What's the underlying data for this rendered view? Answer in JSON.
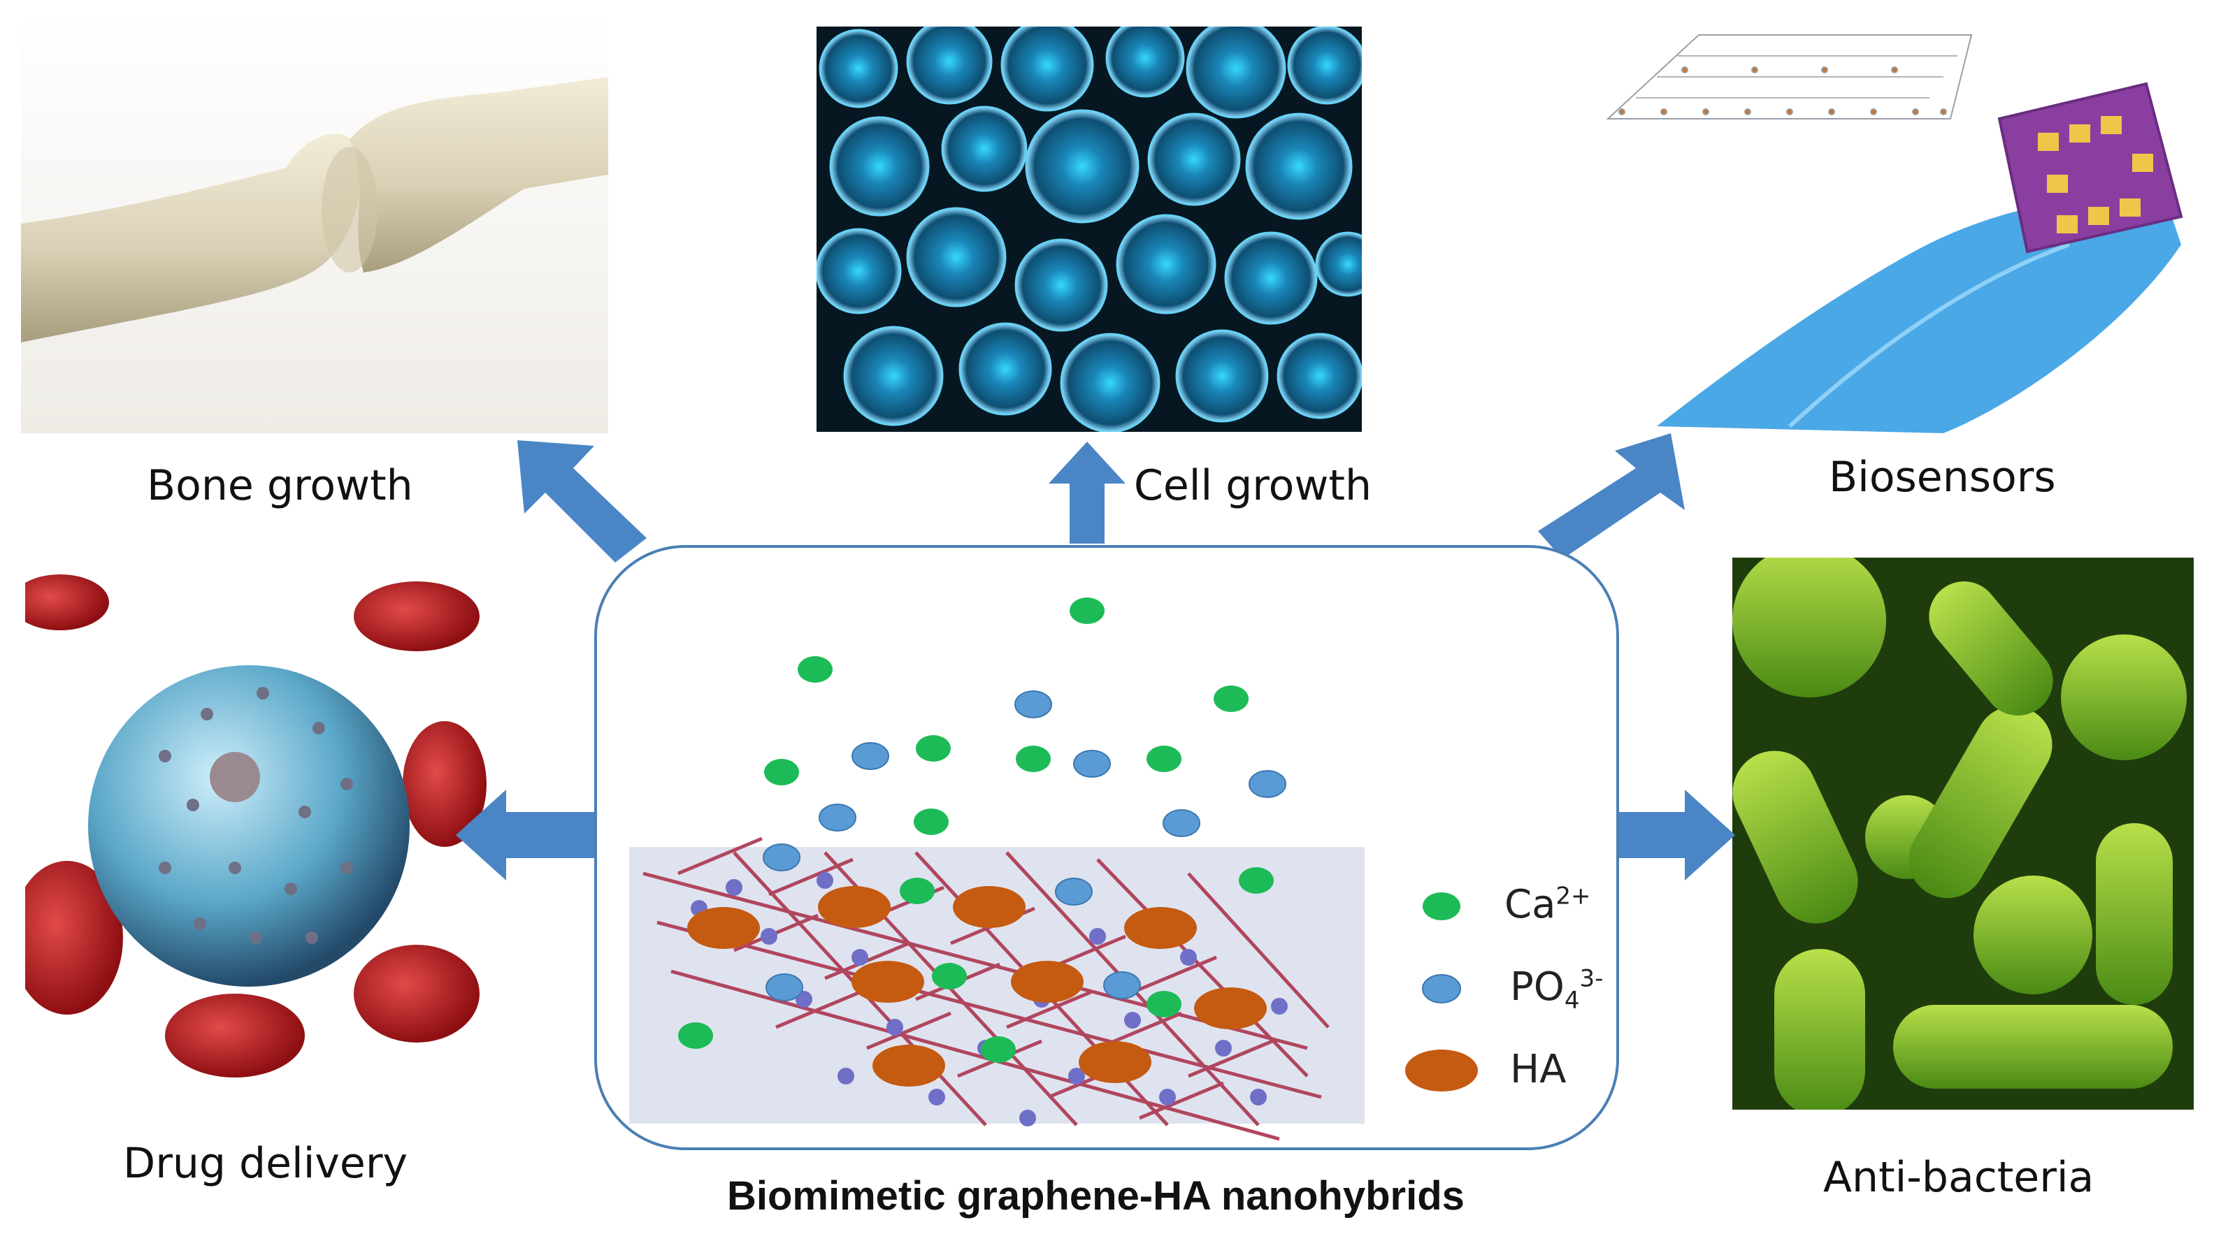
{
  "applications": {
    "bone": "Bone growth",
    "cell": "Cell growth",
    "biosensors": "Biosensors",
    "drug": "Drug delivery",
    "antibacteria": "Anti-bacteria"
  },
  "legend": {
    "ca_base": "Ca",
    "ca_sup": "2+",
    "po_base": "PO",
    "po_sub": "4",
    "po_sup": "3-",
    "ha": "HA"
  },
  "title": "Biomimetic graphene-HA nanohybrids",
  "colors": {
    "arrow": "#4a86c5",
    "hub_border": "#4a7fb4",
    "calcium": "#1dbb57",
    "phosphate": "#5b9bd5",
    "ha": "#c55a11",
    "graphene_bond": "#b0465e",
    "graphene_atom": "#6f6fc8",
    "substrate": "#dfe3ef"
  },
  "icons": {
    "bone": "bone-joint-illustration",
    "cell": "cell-culture-micrograph",
    "biosensors": "biosensor-chip-illustration",
    "drug": "nanoparticle-in-blood-illustration",
    "antibacteria": "bacteria-micrograph"
  }
}
